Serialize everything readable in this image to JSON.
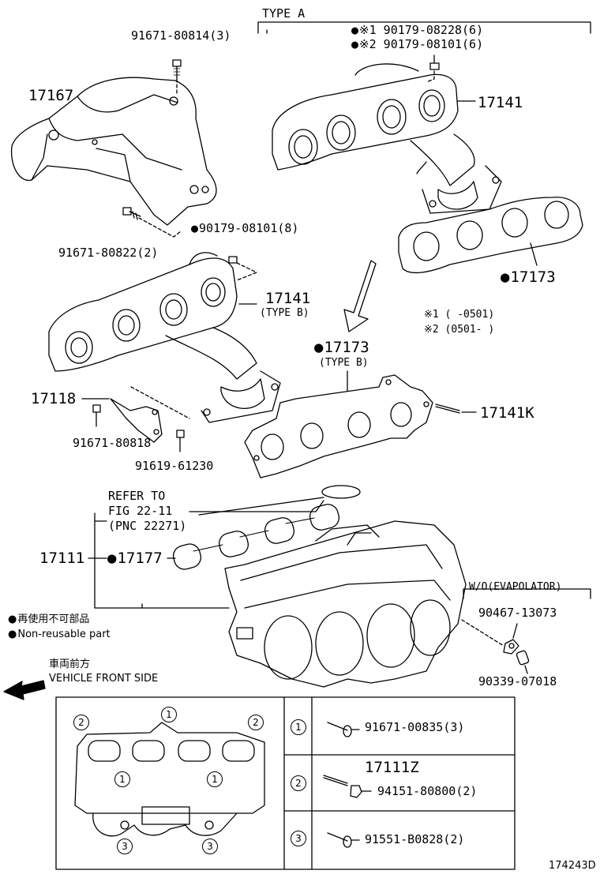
{
  "header": {
    "type_a": "TYPE A"
  },
  "parts": {
    "p91671_80814": "91671-80814(3)",
    "p17167": "17167",
    "p90179_08228": "90179-08228(6)",
    "p90179_08101_6": "90179-08101(6)",
    "note1_mark": "※1",
    "note2_mark": "※2",
    "p17141_a": "17141",
    "p91671_80822": "91671-80822(2)",
    "p90179_08101_8": "90179-08101(8)",
    "p17173_a": "17173",
    "p17141_b": "17141",
    "type_b_1": "(TYPE B)",
    "p17173_b": "17173",
    "type_b_2": "(TYPE B)",
    "p17118": "17118",
    "p91671_80818": "91671-80818",
    "p91619_61230": "91619-61230",
    "p17141k": "17141K",
    "refer1": "REFER TO",
    "refer2": "FIG 22-11",
    "refer3": "(PNC 22271)",
    "p17111": "17111",
    "p17177": "17177",
    "wo_evap": "W/O(EVAPOLATOR)",
    "p90467_13073": "90467-13073",
    "p90339_07018": "90339-07018"
  },
  "notes": {
    "n1": "※1 ( -0501)",
    "n2": "※2 (0501- )"
  },
  "legend": {
    "jp": "再使用不可部品",
    "en": "Non-reusable part",
    "front_jp": "車両前方",
    "front_en": "VEHICLE FRONT SIDE"
  },
  "inset": {
    "rows": [
      {
        "num": "1",
        "parts": [
          "91671-00835(3)"
        ]
      },
      {
        "num": "2",
        "parts": [
          "17111Z",
          "94151-80800(2)"
        ]
      },
      {
        "num": "3",
        "parts": [
          "91551-B0828(2)"
        ]
      }
    ],
    "markers": [
      "2",
      "1",
      "2",
      "1",
      "1",
      "3",
      "3"
    ]
  },
  "footer": {
    "code": "174243D"
  }
}
